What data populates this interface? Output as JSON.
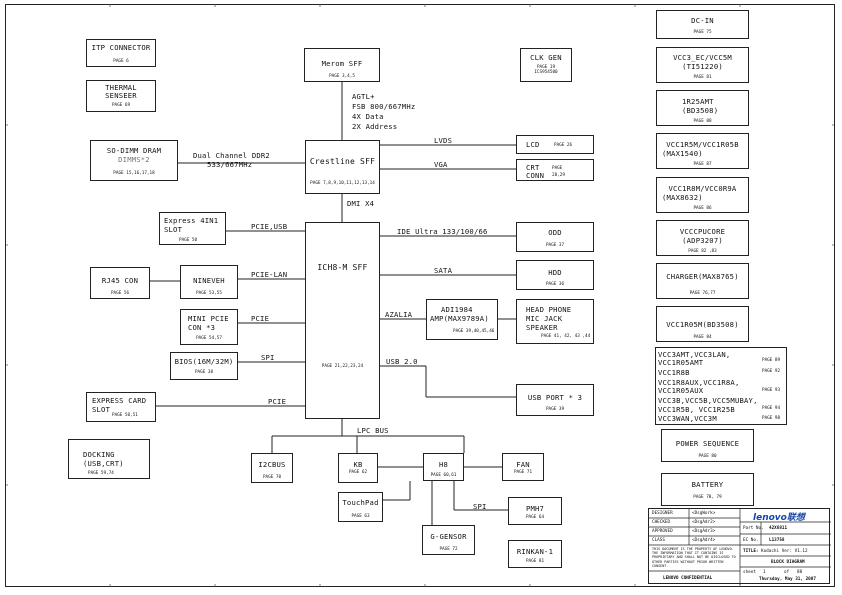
{
  "blocks": {
    "itp": {
      "label": "ITP CONNECTOR",
      "page": "PAGE 6"
    },
    "thermal": {
      "label1": "THERMAL",
      "label2": "SENSEER",
      "page": "PAGE 69"
    },
    "merom": {
      "label": "Merom SFF",
      "page": "PAGE 3,4,5"
    },
    "clkgen": {
      "label": "CLK GEN",
      "page": "PAGE 19",
      "part": "ICS954500"
    },
    "fsb": {
      "l1": "AGTL+",
      "l2": "FSB 800/667MHz",
      "l3": "4X Data",
      "l4": "2X Address"
    },
    "sodimm": {
      "label": "SO-DIMM  DRAM",
      "sub": "DIMMS*2",
      "page": "PAGE 15,16,17,18"
    },
    "ddr": {
      "l1": "Dual Channel DDR2",
      "l2": "533/667MHz"
    },
    "crestline": {
      "label": "Crestline SFF",
      "page": "PAGE 7,8,9,10,11,12,13,14"
    },
    "lvds": "LVDS",
    "vga": "VGA",
    "lcd": {
      "label": "LCD",
      "page": "PAGE 26"
    },
    "crt": {
      "l1": "CRT",
      "l2": "CONN",
      "page1": "PAGE",
      "page2": "28,29"
    },
    "dmi": "DMI X4",
    "express4in1": {
      "l1": "Express 4IN1",
      "l2": "SLOT",
      "page": "PAGE 50"
    },
    "pcie_usb": "PCIE,USB",
    "ich8": {
      "label": "ICH8-M SFF",
      "page": "PAGE 21,22,23,24"
    },
    "ide": "IDE Ultra 133/100/66",
    "odd": {
      "label": "ODD",
      "page": "PAGE 37"
    },
    "rj45": {
      "label": "RJ45 CON",
      "page": "PAGE 56"
    },
    "nineveh": {
      "label": "NINEVEH",
      "page": "PAGE 53,55"
    },
    "pcie_lan": "PCIE-LAN",
    "sata": "SATA",
    "hdd": {
      "label": "HDD",
      "page": "PAGE 36"
    },
    "minipcie": {
      "l1": "MINI PCIE",
      "l2": "CON *3",
      "page": "PAGE 54,57"
    },
    "pcie1": "PCIE",
    "azalia": "AZALIA",
    "adi": {
      "l1": "ADI1984",
      "l2": "AMP(MAX9789A)",
      "page": "PAGE 39,40,45,46"
    },
    "headphone": {
      "l1": "HEAD PHONE",
      "l2": "MIC JACK",
      "l3": "SPEAKER",
      "page": "PAGE 41, 42, 43 ,44"
    },
    "bios": {
      "label": "BIOS(16M/32M)",
      "page": "PAGE 38"
    },
    "spi1": "SPI",
    "usb20": "USB 2.0",
    "usbport": {
      "label": "USB PORT * 3",
      "page": "PAGE 39"
    },
    "expresscard": {
      "l1": "EXPRESS CARD",
      "l2": "SLOT",
      "page": "PAGE 50,51"
    },
    "pcie2": "PCIE",
    "lpc": "LPC BUS",
    "docking": {
      "l1": "DOCKING",
      "l2": "(USB,CRT)",
      "page": "PAGE 59,74"
    },
    "i2cbus": {
      "label": "I2CBUS",
      "page": "PAGE 70"
    },
    "kb": {
      "label": "KB",
      "page": "PAGE 62"
    },
    "h8": {
      "label": "H8",
      "page": "PAGE 60,61"
    },
    "fan": {
      "label": "FAN",
      "page": "PAGE 71"
    },
    "touchpad": {
      "label": "TouchPad",
      "page": "PAGE 63"
    },
    "spi2": "SPI",
    "pmh7": {
      "label": "PMH7",
      "page": "PAGE 64"
    },
    "gsensor": {
      "label": "G-GENSOR",
      "page": "PAGE 72"
    },
    "rinkan": {
      "label": "RINKAN-1",
      "page": "PAGE 81"
    }
  },
  "power": {
    "dcin": {
      "label": "DC-IN",
      "page": "PAGE 75"
    },
    "vcc3ec": {
      "l1": "VCC3_EC/VCC5M",
      "l2": "(TI51220)",
      "page": "PAGE 81"
    },
    "r25amt": {
      "l1": "1R25AMT",
      "l2": "(BD3508)",
      "page": "PAGE 88"
    },
    "vcc1r5m": {
      "l1": "VCC1R5M/VCC1R05B",
      "l2": "(MAX1540)",
      "page": "PAGE 87"
    },
    "vcc1r8m": {
      "l1": "VCC1R8M/VCC0R9A",
      "l2": "(MAX8632)",
      "page": "PAGE 86"
    },
    "vcccpu": {
      "l1": "VCCCPUCORE",
      "l2": "(ADP3207)",
      "page": "PAGE 82 ,83"
    },
    "charger": {
      "label": "CHARGER(MAX8765)",
      "page": "PAGE 76,77"
    },
    "vcc1r05m": {
      "label": "VCC1R05M(BD3508)",
      "page": "PAGE 84"
    },
    "rails": [
      {
        "l1": "VCC3AMT,VCC3LAN,",
        "l2": "VCC1R05AMT",
        "page": "PAGE 89"
      },
      {
        "l1": "VCC1R8B",
        "l2": "",
        "page": "PAGE 92"
      },
      {
        "l1": "VCC1R8AUX,VCC1R8A,",
        "l2": "VCC1R05AUX",
        "page": "PAGE 93"
      },
      {
        "l1": "VCC3B,VCC5B,VCC5MUBAY,",
        "l2": "VCC1R5B, VCC1R25B",
        "page": "PAGE 94"
      },
      {
        "l1": "VCC3WAN,VCC3M",
        "l2": "",
        "page": "PAGE 98"
      }
    ],
    "powerseq": {
      "label": "POWER SEQUENCE",
      "page": "PAGE 80"
    },
    "battery": {
      "label": "BATTERY",
      "page": "PAGE 78, 79"
    }
  },
  "title_block": {
    "designer": "DESIGNER",
    "checked": "CHECKED",
    "approved": "APPROVED",
    "class": "CLASS",
    "designer_val": "<DsgWork>",
    "checked_val": "<DsgAdr2>",
    "approved_val": "<DsgAdr3>",
    "class_val": "<DsgAdr4>",
    "logo": "lenovo联想",
    "part_no_label": "Part No.",
    "part_no": "42X6811",
    "ec_no_label": "EC No.",
    "ec_no": "L13758",
    "title_label": "TITLE:",
    "title": "Kodachi  Ver: V1.12",
    "sheet_title": "BLOCK DIAGRAM",
    "sheet_label": "sheet",
    "sheet": "1",
    "of_label": "of",
    "of": "88",
    "date": "Thursday, May 31, 2007",
    "notice": "THIS DOCUMENT IS THE PROPERTY OF LENOVO. THE INFORMATION THAT IT CONTAINS IS PROPRIETARY AND SHALL NOT BE DISCLOSED TO OTHER PARTIES WITHOUT PRIOR WRITTEN CONSENT.",
    "confidential": "LENOVO CONFIDENTIAL"
  }
}
